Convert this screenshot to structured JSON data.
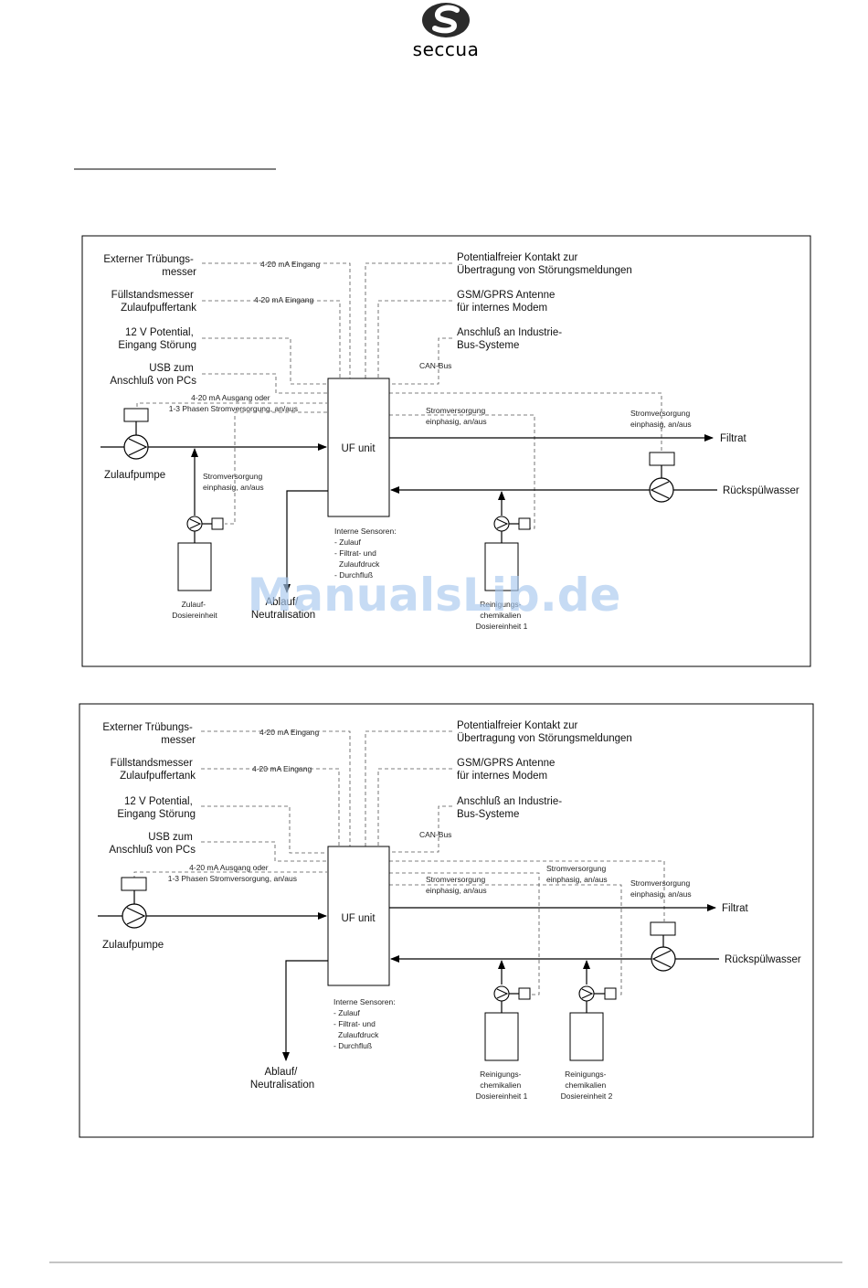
{
  "brand": {
    "name": "seccua"
  },
  "watermark": "ManualsLib.de",
  "diagram1": {
    "ext_trub": [
      "Externer Trübungs-",
      "messer"
    ],
    "fuell": [
      "Füllstandsmesser",
      "Zulaufpuffertank"
    ],
    "v12": [
      "12 V Potential,",
      "Eingang Störung"
    ],
    "usb": [
      "USB zum",
      "Anschluß von PCs"
    ],
    "ma_in_1": "4-20 mA Eingang",
    "ma_in_2": "4-20 mA Eingang",
    "potfrei": [
      "Potentialfreier Kontakt zur",
      "Übertragung von Störungsmeldungen"
    ],
    "gsm": [
      "GSM/GPRS Antenne",
      "für internes Modem"
    ],
    "bus": [
      "Anschluß an Industrie-",
      "Bus-Systeme"
    ],
    "can": "CAN-Bus",
    "ma_out": [
      "4-20 mA Ausgang oder",
      "1-3 Phasen Stromversorgung, an/aus"
    ],
    "strom_a": [
      "Stromversorgung",
      "einphasig, an/aus"
    ],
    "strom_b": [
      "Stromversorgung",
      "einphasig, an/aus"
    ],
    "strom_c": [
      "Stromversorgung",
      "einphasig, an/aus"
    ],
    "uf": "UF unit",
    "filtrat": "Filtrat",
    "rueck": "Rückspülwasser",
    "zulaufpumpe": "Zulaufpumpe",
    "sensoren": [
      "Interne Sensoren:",
      "- Zulauf",
      "- Filtrat- und",
      "Zulaufdruck",
      "- Durchfluß"
    ],
    "zulauf_dos": [
      "Zulauf-",
      "Dosiereinheit"
    ],
    "ablauf": [
      "Ablauf/",
      "Neutralisation"
    ],
    "reinig1": [
      "Reinigungs-",
      "chemikalien",
      "Dosiereinheit 1"
    ]
  },
  "diagram2": {
    "ext_trub": [
      "Externer Trübungs-",
      "messer"
    ],
    "fuell": [
      "Füllstandsmesser",
      "Zulaufpuffertank"
    ],
    "v12": [
      "12 V Potential,",
      "Eingang Störung"
    ],
    "usb": [
      "USB zum",
      "Anschluß von PCs"
    ],
    "ma_in_1": "4-20 mA Eingang",
    "ma_in_2": "4-20 mA Eingang",
    "potfrei": [
      "Potentialfreier Kontakt zur",
      "Übertragung von Störungsmeldungen"
    ],
    "gsm": [
      "GSM/GPRS Antenne",
      "für internes Modem"
    ],
    "bus": [
      "Anschluß an Industrie-",
      "Bus-Systeme"
    ],
    "can": "CAN-Bus",
    "ma_out": [
      "4-20 mA Ausgang oder",
      "1-3 Phasen Stromversorgung, an/aus"
    ],
    "strom_a": [
      "Stromversorgung",
      "einphasig, an/aus"
    ],
    "strom_b": [
      "Stromversorgung",
      "einphasig, an/aus"
    ],
    "strom_c": [
      "Stromversorgung",
      "einphasig, an/aus"
    ],
    "uf": "UF unit",
    "filtrat": "Filtrat",
    "rueck": "Rückspülwasser",
    "zulaufpumpe": "Zulaufpumpe",
    "sensoren": [
      "Interne Sensoren:",
      "- Zulauf",
      "- Filtrat- und",
      "Zulaufdruck",
      "- Durchfluß"
    ],
    "ablauf": [
      "Ablauf/",
      "Neutralisation"
    ],
    "reinig1": [
      "Reinigungs-",
      "chemikalien",
      "Dosiereinheit 1"
    ],
    "reinig2": [
      "Reinigungs-",
      "chemikalien",
      "Dosiereinheit 2"
    ]
  }
}
